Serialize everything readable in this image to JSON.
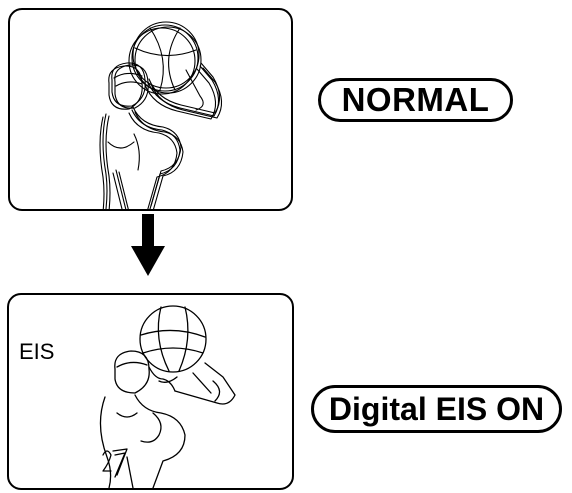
{
  "top_panel": {
    "mode_label": "NORMAL",
    "icons": [
      "basketball-player-shaky-illustration"
    ]
  },
  "transition": {
    "icon": "down-arrow-icon"
  },
  "bottom_panel": {
    "indicator": "EIS",
    "mode_label": "Digital EIS ON",
    "icons": [
      "basketball-player-stable-illustration"
    ]
  }
}
